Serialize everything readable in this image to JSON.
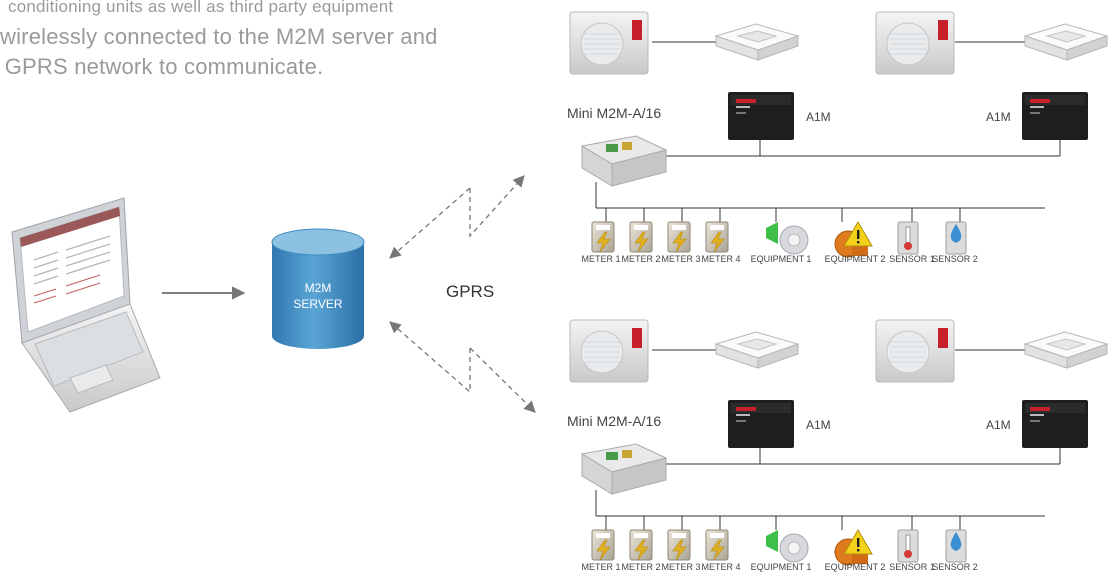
{
  "intro": {
    "line1": "conditioning units as well as third party equipment",
    "line2": "wirelessly connected to the M2M server and",
    "line3": "e GPRS network to communicate."
  },
  "server": {
    "line1": "M2M",
    "line2": "SERVER"
  },
  "network": {
    "label": "GPRS"
  },
  "sites": [
    {
      "title": "Mini M2M-A/16",
      "controllers": [
        "A1M",
        "A1M"
      ],
      "devices": [
        "METER 1",
        "METER 2",
        "METER 3",
        "METER 4",
        "EQUIPMENT 1",
        "EQUIPMENT 2",
        "SENSOR 1",
        "SENSOR 2"
      ]
    },
    {
      "title": "Mini M2M-A/16",
      "controllers": [
        "A1M",
        "A1M"
      ],
      "devices": [
        "METER 1",
        "METER 2",
        "METER 3",
        "METER 4",
        "EQUIPMENT 1",
        "EQUIPMENT 2",
        "SENSOR 1",
        "SENSOR 2"
      ]
    }
  ],
  "colors": {
    "server": "#3f8cc1",
    "server_top": "#8cc1e2",
    "controller": "#1e1e1e",
    "brand_red": "#c8202a",
    "meter": "#e0b020",
    "water_drop": "#3a8fd3",
    "equipment_orange": "#e07a1e"
  },
  "icons": {
    "laptop": "laptop-icon",
    "outdoor_unit": "outdoor-ac-unit-icon",
    "cassette": "ceiling-cassette-icon",
    "controller": "a1m-controller-icon",
    "panel": "m2m-panel-icon",
    "meter": "energy-meter-icon",
    "equipment": "equipment-icon",
    "sensor_temp": "temperature-sensor-icon",
    "sensor_water": "water-sensor-icon"
  }
}
